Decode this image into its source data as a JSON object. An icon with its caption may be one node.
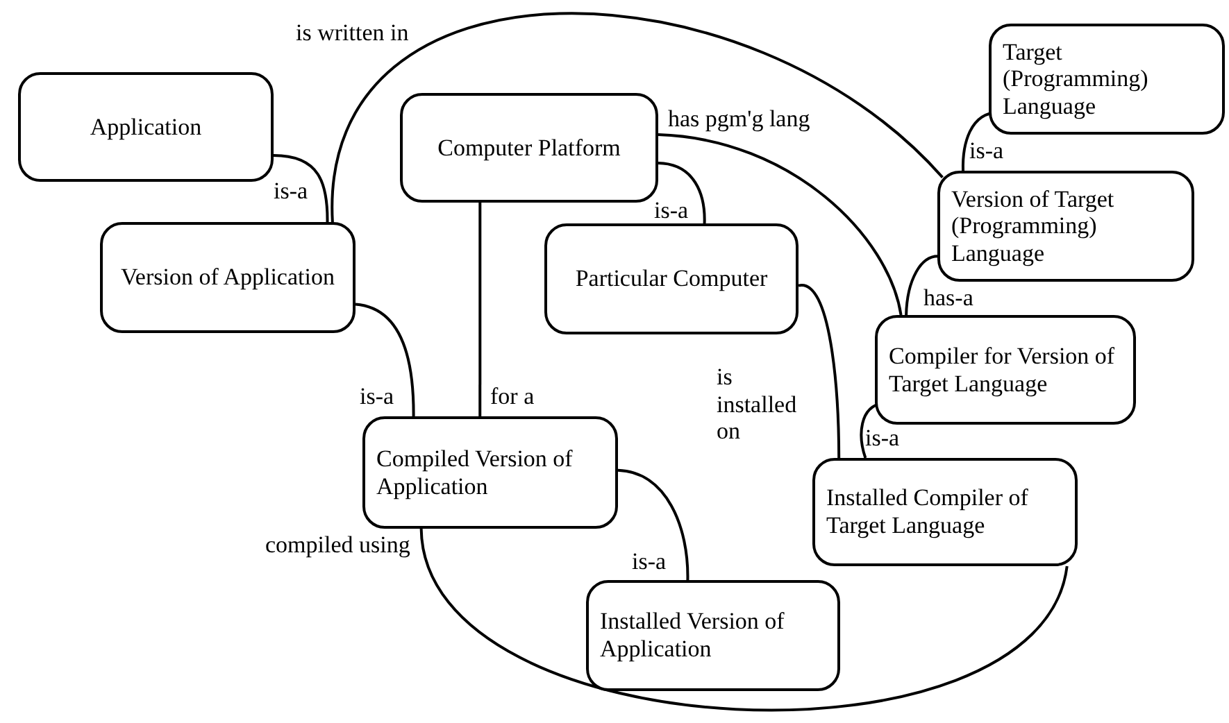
{
  "diagram": {
    "nodes": [
      {
        "text": [
          "Target (Programming) Language"
        ]
      },
      {
        "text": [
          "Application"
        ]
      },
      {
        "text": [
          "Computer Platform"
        ]
      },
      {
        "text": [
          "Version of Target (Programming) Language"
        ]
      },
      {
        "text": [
          "Version of Application"
        ]
      },
      {
        "text": [
          "Particular Computer"
        ]
      },
      {
        "text": [
          "Compiler for Version of Target Language"
        ]
      },
      {
        "text": [
          "Compiled Version of Application"
        ]
      },
      {
        "text": [
          "Installed Compiler of Target Language"
        ]
      },
      {
        "text": [
          "Installed Version of Application"
        ]
      }
    ],
    "edges": [
      {
        "from": 1,
        "to": 4,
        "arrow": "none",
        "label": "is-a"
      },
      {
        "from": 4,
        "to": 3,
        "arrow": "none",
        "label": "is written in"
      },
      {
        "from": 2,
        "to": 5,
        "arrow": "none",
        "label": "is-a"
      },
      {
        "from": 2,
        "to": 6,
        "arrow": "none",
        "label": "has pgm'g lang"
      },
      {
        "from": 0,
        "to": 3,
        "arrow": "none",
        "label": "is-a"
      },
      {
        "from": 3,
        "to": 6,
        "arrow": "none",
        "label": "has-a"
      },
      {
        "from": 6,
        "to": 8,
        "arrow": "none",
        "label": "is-a"
      },
      {
        "from": 5,
        "to": 8,
        "arrow": "none",
        "label": "is installed on"
      },
      {
        "from": 4,
        "to": 7,
        "arrow": "none",
        "label": "is-a"
      },
      {
        "from": 2,
        "to": 7,
        "arrow": "none",
        "label": "for a"
      },
      {
        "from": 7,
        "to": 9,
        "arrow": "none",
        "label": "is-a"
      },
      {
        "from": 7,
        "to": 8,
        "arrow": "none",
        "label": "compiled using"
      }
    ]
  }
}
